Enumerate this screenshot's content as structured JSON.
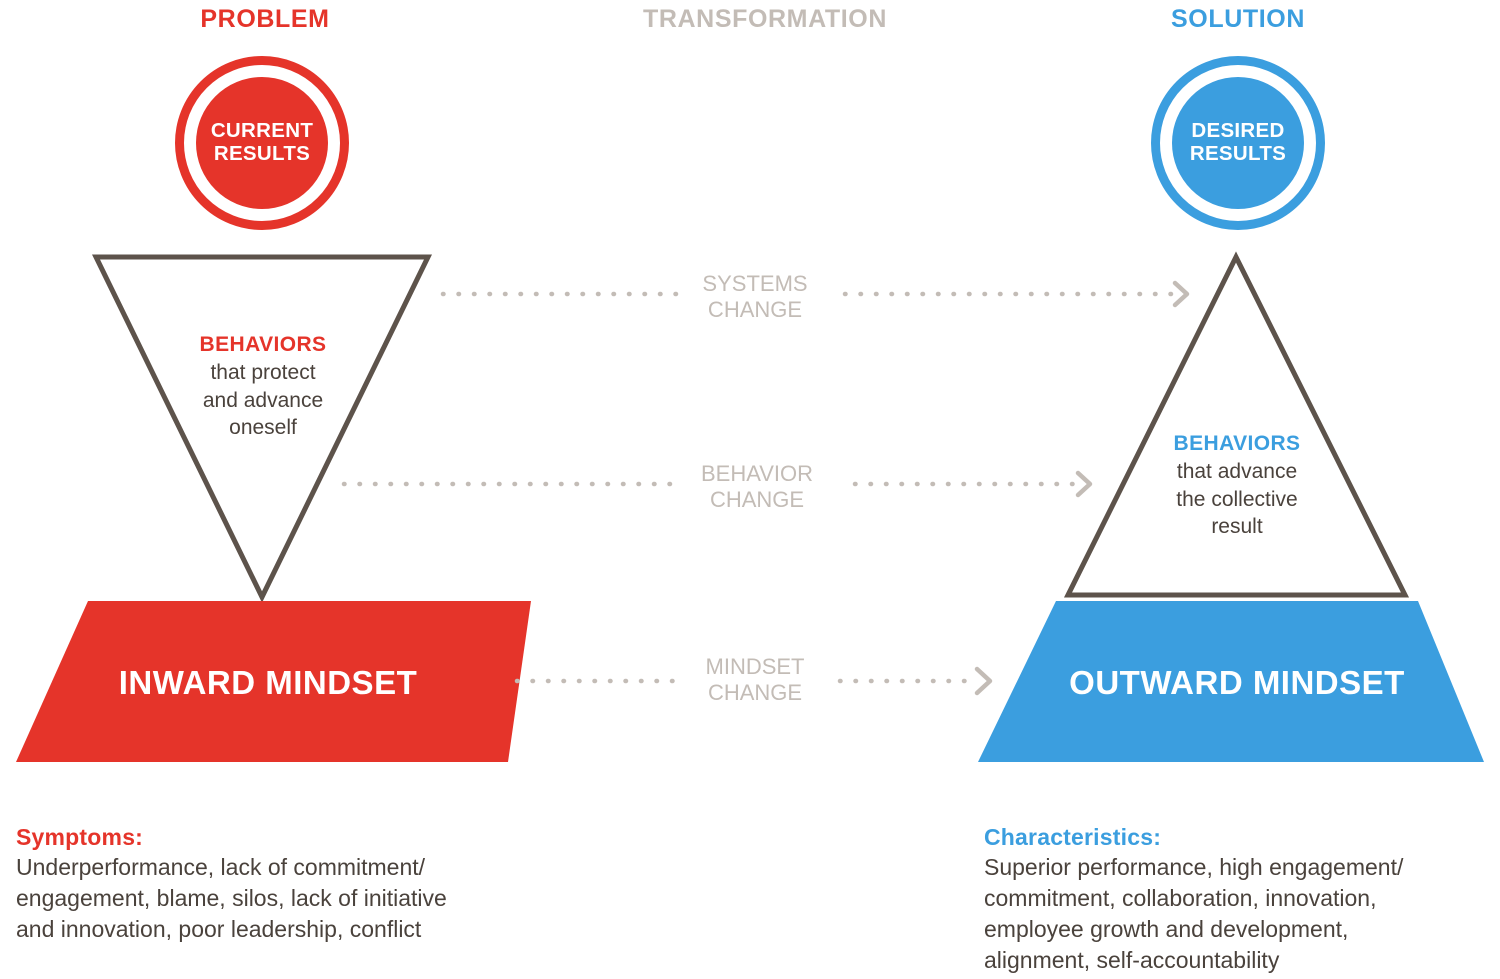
{
  "headers": {
    "problem": "PROBLEM",
    "transformation": "TRANSFORMATION",
    "solution": "SOLUTION"
  },
  "colors": {
    "red": "#E5342A",
    "blue": "#3B9EDF",
    "gray": "#C3BCB6",
    "outline": "#5D534B",
    "body_text": "#4a423c",
    "background": "#FFFFFF"
  },
  "problem": {
    "circle": {
      "line1": "CURRENT",
      "line2": "RESULTS"
    },
    "triangle": {
      "shape": "inverted-triangle",
      "title": "BEHAVIORS",
      "body": "that protect\nand advance\noneself"
    },
    "base": {
      "shape": "inverted-trapezoid",
      "label": "INWARD MINDSET"
    },
    "footer": {
      "title": "Symptoms:",
      "body": "Underperformance, lack of commitment/\nengagement, blame, silos, lack of initiative\nand innovation, poor leadership, conflict"
    }
  },
  "transformation": {
    "arrows": [
      {
        "label_line1": "SYSTEMS",
        "label_line2": "CHANGE"
      },
      {
        "label_line1": "BEHAVIOR",
        "label_line2": "CHANGE"
      },
      {
        "label_line1": "MINDSET",
        "label_line2": "CHANGE"
      }
    ]
  },
  "solution": {
    "circle": {
      "line1": "DESIRED",
      "line2": "RESULTS"
    },
    "triangle": {
      "shape": "upright-triangle",
      "title": "BEHAVIORS",
      "body": "that advance\nthe collective\nresult"
    },
    "base": {
      "shape": "trapezoid",
      "label": "OUTWARD MINDSET"
    },
    "footer": {
      "title": "Characteristics:",
      "body": "Superior performance, high engagement/\ncommitment, collaboration, innovation,\nemployee growth and development,\nalignment, self-accountability"
    }
  }
}
